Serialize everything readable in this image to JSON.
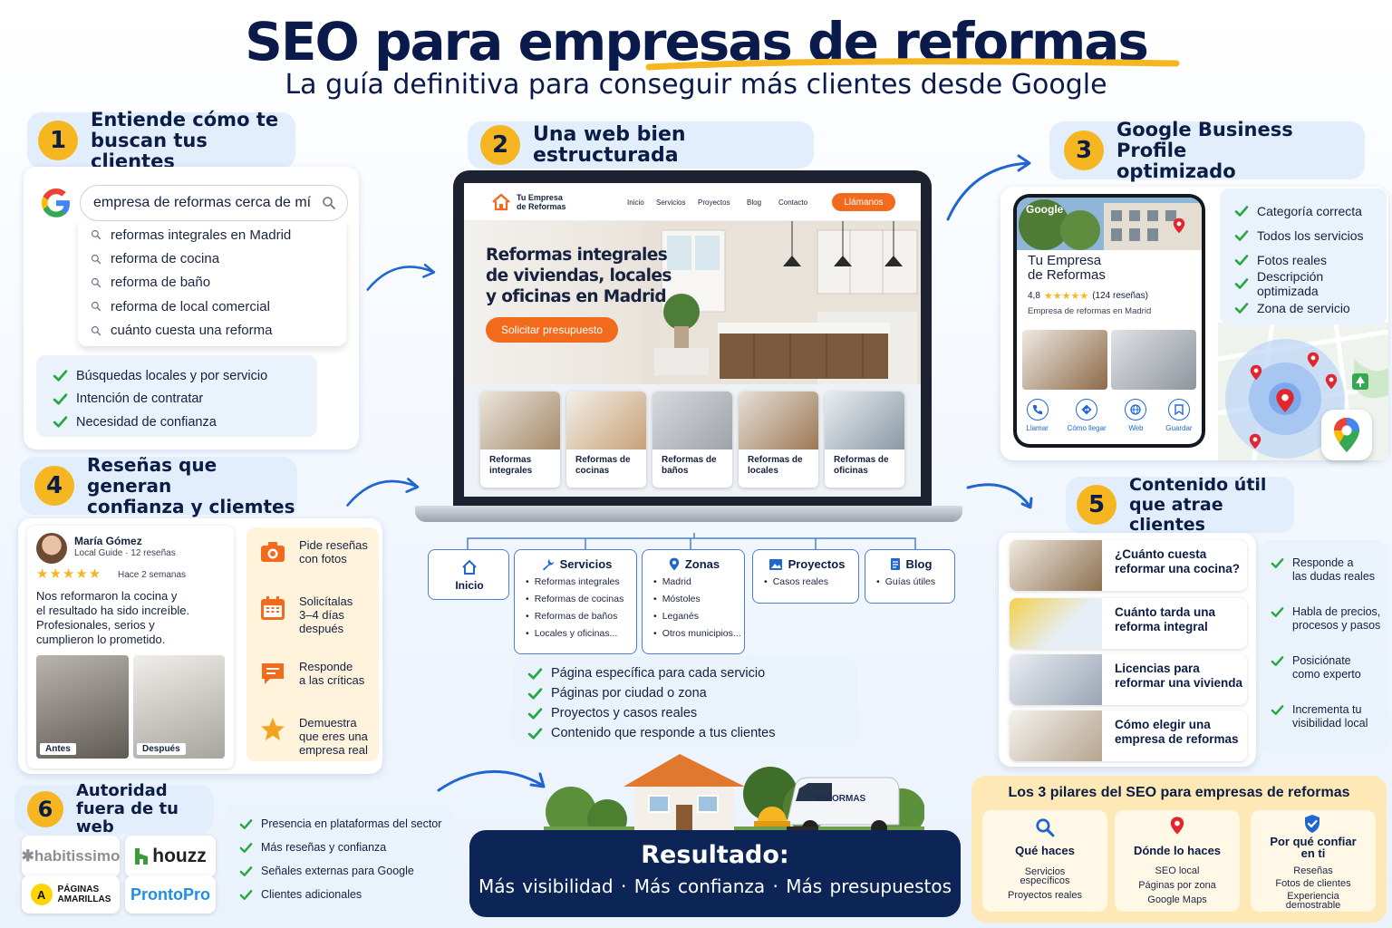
{
  "header": {
    "title": "SEO para empresas de reformas",
    "subtitle": "La guía definitiva para conseguir más clientes desde Google"
  },
  "colors": {
    "navy": "#0b1d45",
    "accent": "#f5b621",
    "orange": "#f26b1d",
    "blue": "#1f66d1",
    "green": "#27a844"
  },
  "step1": {
    "number": "1",
    "title_line1": "Entiende cómo te",
    "title_line2": "buscan tus clientes",
    "search_icon": "google-logo",
    "search_query": "empresa de reformas cerca de mí",
    "suggestions": [
      "reformas integrales en Madrid",
      "reforma de cocina",
      "reforma de baño",
      "reforma de local comercial",
      "cuánto cuesta una reforma"
    ],
    "checks": [
      "Búsquedas locales y por servicio",
      "Intención de contratar",
      "Necesidad de confianza"
    ]
  },
  "step2": {
    "number": "2",
    "title": "Una web bien estructurada",
    "site": {
      "logo_line1": "Tu Empresa",
      "logo_line2": "de Reformas",
      "nav": [
        "Inicio",
        "Servicios",
        "Proyectos",
        "Blog",
        "Contacto"
      ],
      "cta": "Llámanos",
      "hero_line1": "Reformas integrales",
      "hero_line2": "de viviendas, locales",
      "hero_line3": "y oficinas en Madrid",
      "hero_button": "Solicitar presupuesto",
      "service_cards": [
        [
          "Reformas",
          "integrales"
        ],
        [
          "Reformas de",
          "cocinas"
        ],
        [
          "Reformas de",
          "baños"
        ],
        [
          "Reformas de",
          "locales"
        ],
        [
          "Reformas de",
          "oficinas"
        ]
      ]
    },
    "sitemap": {
      "inicio": "Inicio",
      "servicios": {
        "title": "Servicios",
        "items": [
          "Reformas integrales",
          "Reformas de cocinas",
          "Reformas de baños",
          "Locales y oficinas..."
        ]
      },
      "zonas": {
        "title": "Zonas",
        "items": [
          "Madrid",
          "Móstoles",
          "Leganés",
          "Otros municipios..."
        ]
      },
      "proyectos": {
        "title": "Proyectos",
        "items": [
          "Casos reales"
        ]
      },
      "blog": {
        "title": "Blog",
        "items": [
          "Guías útiles"
        ]
      }
    },
    "checks": [
      "Página específica para cada servicio",
      "Páginas por ciudad o zona",
      "Proyectos y casos reales",
      "Contenido que responde a tus clientes"
    ]
  },
  "step3": {
    "number": "3",
    "title_line1": "Google Business Profile",
    "title_line2": "optimizado",
    "profile": {
      "google_label": "Google",
      "name_line1": "Tu Empresa",
      "name_line2": "de Reformas",
      "rating": "4,8",
      "stars": "★★★★★",
      "reviews": "(124 reseñas)",
      "category": "Empresa de reformas en Madrid",
      "actions": [
        "Llamar",
        "Cómo llegar",
        "Web",
        "Guardar"
      ]
    },
    "checks": [
      "Categoría correcta",
      "Todos los servicios",
      "Fotos reales",
      "Descripción optimizada",
      "Zona de servicio"
    ]
  },
  "step4": {
    "number": "4",
    "title_line1": "Reseñas que generan",
    "title_line2": "confianza y cliemtes",
    "review": {
      "name": "María Gómez",
      "meta": "Local Guide · 12 reseñas",
      "stars": "★★★★★",
      "time": "Hace 2 semanas",
      "text": [
        "Nos reformaron la cocina y",
        "el resultado ha sido increíble.",
        "Profesionales, serios y",
        "cumplieron lo prometido."
      ],
      "before": "Antes",
      "after": "Después"
    },
    "tips": [
      [
        "Pide reseñas",
        "con fotos"
      ],
      [
        "Solicítalas",
        "3–4 días",
        "después"
      ],
      [
        "Responde",
        "a las críticas"
      ],
      [
        "Demuestra",
        "que eres una",
        "empresa real"
      ]
    ]
  },
  "step5": {
    "number": "5",
    "title_line1": "Contenido útil",
    "title_line2": "que atrae clientes",
    "posts": [
      [
        "¿Cuánto cuesta",
        "reformar una cocina?"
      ],
      [
        "Cuánto tarda una",
        "reforma integral"
      ],
      [
        "Licencias para",
        "reformar una vivienda"
      ],
      [
        "Cómo elegir una",
        "empresa de reformas"
      ]
    ],
    "checks": [
      [
        "Responde a",
        "las dudas reales"
      ],
      [
        "Habla de precios,",
        "procesos y pasos"
      ],
      [
        "Posiciónate",
        "como experto"
      ],
      [
        "Incrementa tu",
        "visibilidad local"
      ]
    ]
  },
  "step6": {
    "number": "6",
    "title_line1": "Autoridad",
    "title_line2": "fuera de tu web",
    "logos": {
      "habitissimo": "habitissimo",
      "houzz": "houzz",
      "paginas_line1": "PÁGINAS",
      "paginas_line2": "AMARILLAS",
      "prontopro": "ProntoPro"
    },
    "checks": [
      "Presencia en plataformas del sector",
      "Más reseñas y confianza",
      "Señales externas para Google",
      "Clientes adicionales"
    ]
  },
  "result": {
    "van_label": "REFORMAS",
    "title": "Resultado:",
    "items": [
      "Más visibilidad",
      "·",
      "Más confianza",
      "·",
      "Más presupuestos"
    ]
  },
  "pillars": {
    "title": "Los 3 pilares del SEO para empresas de reformas",
    "columns": [
      {
        "title": [
          "Qué haces"
        ],
        "desc": [
          "Servicios",
          "específicos",
          "Proyectos reales"
        ]
      },
      {
        "title": [
          "Dónde lo haces"
        ],
        "desc": [
          "SEO local",
          "Páginas por zona",
          "Google Maps"
        ]
      },
      {
        "title": [
          "Por qué confiar",
          "en ti"
        ],
        "desc": [
          "Reseñas",
          "Fotos de clientes",
          "Experiencia",
          "demostrable"
        ]
      }
    ]
  }
}
